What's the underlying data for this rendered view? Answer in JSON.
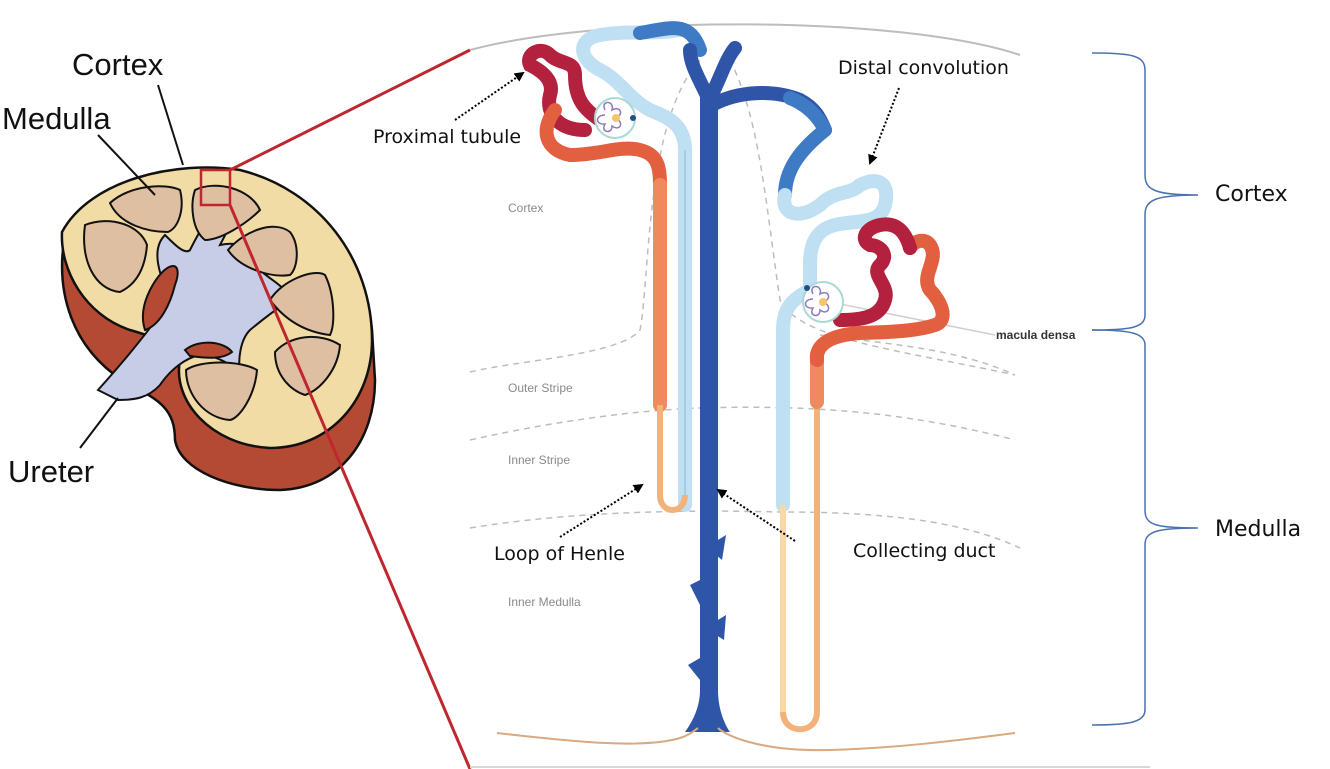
{
  "kidney": {
    "labels": {
      "cortex": "Cortex",
      "medulla": "Medulla",
      "ureter": "Ureter"
    }
  },
  "nephron": {
    "callouts": {
      "proximal_tubule": "Proximal tubule",
      "distal_convolution": "Distal convolution",
      "loop_of_henle": "Loop of Henle",
      "collecting_duct": "Collecting duct"
    },
    "zones": {
      "cortex": "Cortex",
      "outer_stripe": "Outer Stripe",
      "inner_stripe": "Inner Stripe",
      "inner_medulla": "Inner Medulla"
    },
    "macula_densa": "macula densa"
  },
  "brackets": {
    "cortex": "Cortex",
    "medulla": "Medulla"
  },
  "colors": {
    "zoom_box": "#c0262d",
    "proximal": "#b3213f",
    "proximal_straight": "#e2603f",
    "thin_limb": "#f3b27a",
    "distal_light": "#bfe0f3",
    "collecting_duct": "#2f55a8",
    "bracket": "#4a72b0"
  }
}
